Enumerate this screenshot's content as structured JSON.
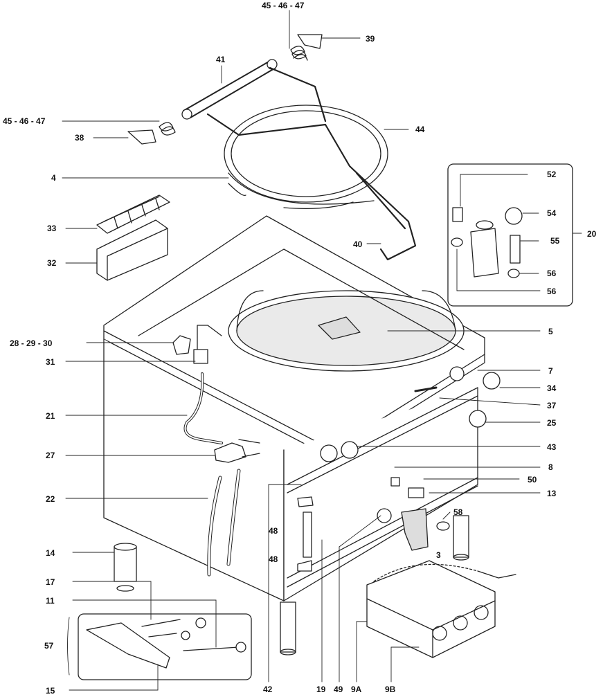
{
  "diagram": {
    "part_labels": {
      "l45a": "45 - 46 - 47",
      "l39": "39",
      "l41": "41",
      "l45b": "45 - 46 - 47",
      "l38": "38",
      "l44": "44",
      "l4": "4",
      "l52": "52",
      "l54": "54",
      "l55": "55",
      "l20": "20",
      "l56a": "56",
      "l56b": "56",
      "l33": "33",
      "l32": "32",
      "l40": "40",
      "l28": "28 - 29 - 30",
      "l5": "5",
      "l31": "31",
      "l7": "7",
      "l34": "34",
      "l37": "37",
      "l21": "21",
      "l25": "25",
      "l43": "43",
      "l27": "27",
      "l8": "8",
      "l50": "50",
      "l13": "13",
      "l22": "22",
      "l58": "58",
      "l48a": "48",
      "l3": "3",
      "l14": "14",
      "l48b": "48",
      "l17": "17",
      "l11": "11",
      "l57": "57",
      "l15": "15",
      "l42": "42",
      "l19": "19",
      "l49": "49",
      "l9A": "9A",
      "l9B": "9B"
    }
  }
}
